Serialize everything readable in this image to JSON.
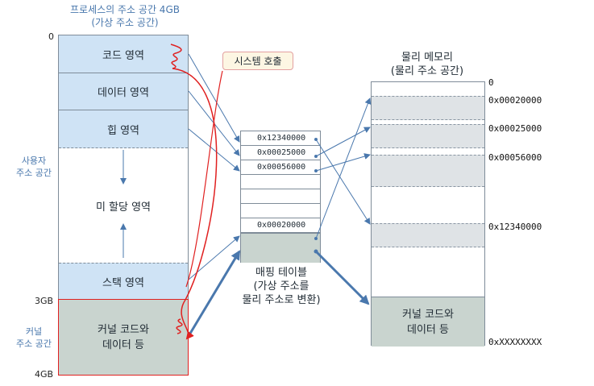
{
  "process_space": {
    "title_line1": "프로세스의 주소 공간 4GB",
    "title_line2": "(가상 주소 공간)",
    "addr_0": "0",
    "addr_3gb": "3GB",
    "addr_4gb": "4GB",
    "user_label_line1": "사용자",
    "user_label_line2": "주소 공간",
    "kernel_label_line1": "커널",
    "kernel_label_line2": "주소 공간",
    "segments": {
      "code": "코드 영역",
      "data": "데이터 영역",
      "heap": "힙 영역",
      "unallocated": "미 할당 영역",
      "stack": "스택 영역",
      "kernel_line1": "커널 코드와",
      "kernel_line2": "데이터 등"
    }
  },
  "syscall_label": "시스템 호출",
  "mapping_table": {
    "rows": [
      "0x12340000",
      "0x00025000",
      "0x00056000",
      "",
      "",
      "",
      "0x00020000"
    ],
    "caption_line1": "매핑 테이블",
    "caption_line2": "(가상 주소를",
    "caption_line3": "물리 주소로 변환)"
  },
  "physical_memory": {
    "title_line1": "물리 메모리",
    "title_line2": "(물리 주소 공간)",
    "addresses": [
      "0",
      "0x00020000",
      "0x00025000",
      "0x00056000",
      "0x12340000",
      "0xXXXXXXXX"
    ],
    "kernel_line1": "커널 코드와",
    "kernel_line2": "데이터 등"
  },
  "colors": {
    "user_segment": "#cfe3f5",
    "kernel_segment": "#c9d4cf",
    "arrow": "#4a78ad",
    "syscall": "#e02020"
  }
}
